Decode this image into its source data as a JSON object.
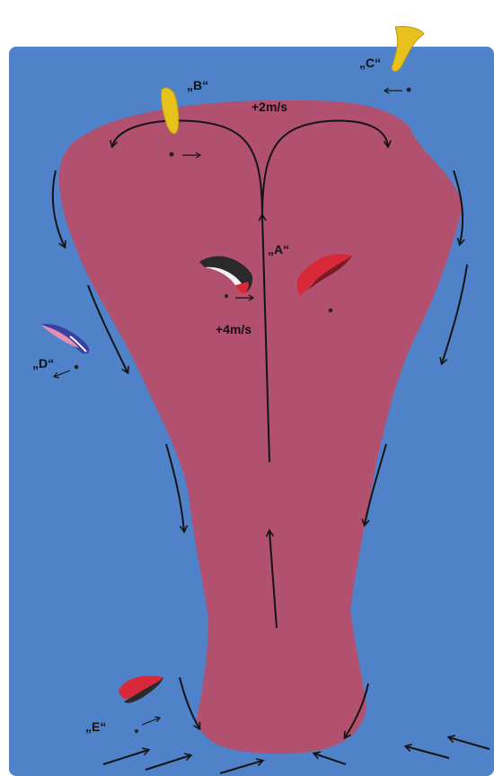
{
  "labels": {
    "a": "„A“",
    "b": "„B“",
    "c": "„C“",
    "d": "„D“",
    "e": "„E“"
  },
  "values": {
    "core_climb": "+4m/s",
    "top_climb": "+2m/s"
  },
  "colors": {
    "sky": "#4f82c9",
    "thermal": "#b2506f",
    "arrow": "#141414",
    "wing_yellow": "#e8c21c",
    "wing_red": "#d8283a",
    "wing_dark": "#2a2a2a",
    "wing_blue": "#3b3f9e",
    "wing_pink": "#e58fb1"
  },
  "icons": [
    "paraglider-icon",
    "arrow-icon"
  ]
}
